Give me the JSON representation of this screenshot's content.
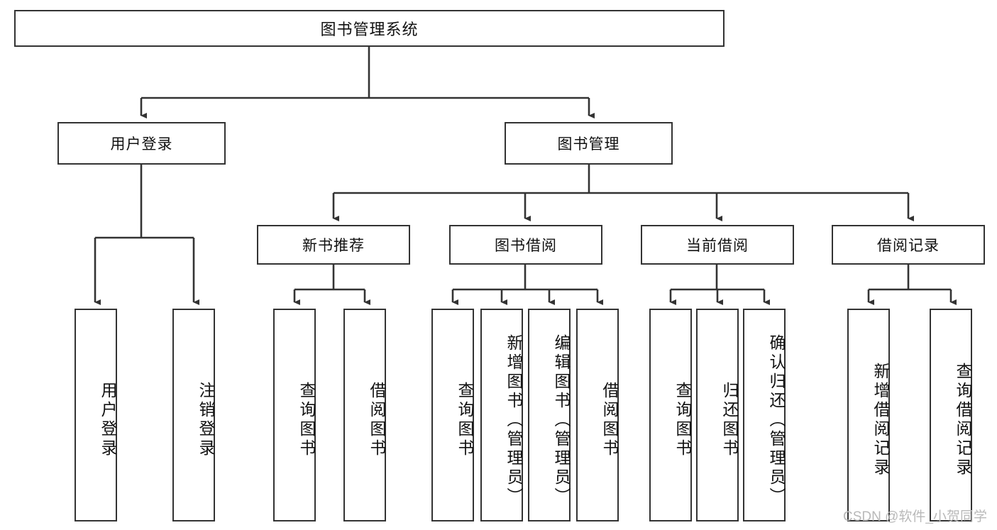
{
  "diagram": {
    "title": "图书管理系统",
    "type": "hierarchy-tree",
    "watermark": "CSDN @软件_小贺同学",
    "colors": {
      "box_border": "#333333",
      "box_fill": "#ffffff",
      "line": "#333333",
      "text": "#111111",
      "watermark": "#b9b9b9",
      "background": "#ffffff"
    },
    "levels": {
      "root": {
        "label": "图书管理系统"
      },
      "level2": [
        {
          "label": "用户登录"
        },
        {
          "label": "图书管理"
        }
      ],
      "level3": [
        {
          "label": "新书推荐"
        },
        {
          "label": "图书借阅"
        },
        {
          "label": "当前借阅"
        },
        {
          "label": "借阅记录"
        }
      ],
      "leaves": {
        "user_login": [
          {
            "label": "用户登录"
          },
          {
            "label": "注销登录"
          }
        ],
        "new_book": [
          {
            "label": "查询图书"
          },
          {
            "label": "借阅图书"
          }
        ],
        "book_borrow": [
          {
            "label": "查询图书"
          },
          {
            "label": "新增图书（管理员）"
          },
          {
            "label": "编辑图书（管理员）"
          },
          {
            "label": "借阅图书"
          }
        ],
        "current_borrow": [
          {
            "label": "查询图书"
          },
          {
            "label": "归还图书"
          },
          {
            "label": "确认归还（管理员）"
          }
        ],
        "borrow_record": [
          {
            "label": "新增借阅记录"
          },
          {
            "label": "查询借阅记录"
          }
        ]
      }
    }
  }
}
